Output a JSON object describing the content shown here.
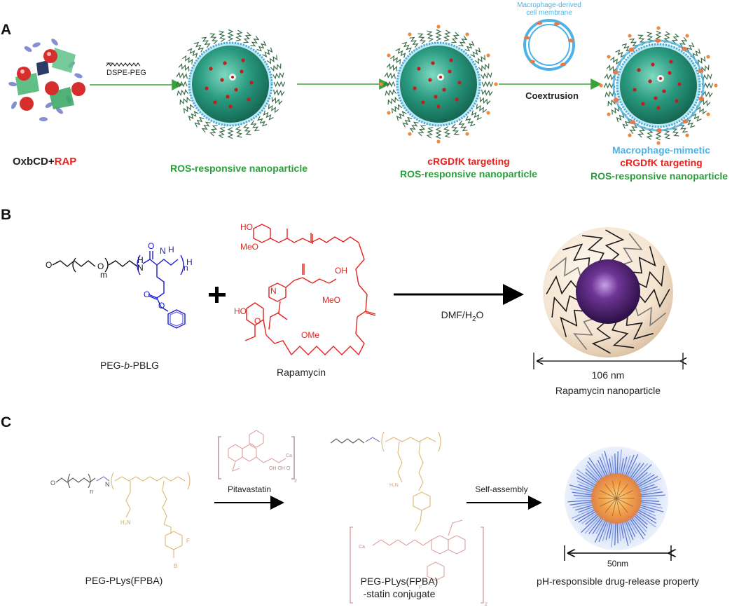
{
  "panels": {
    "a": "A",
    "b": "B",
    "c": "C"
  },
  "panel_a": {
    "start_label_black": "OxbCD+",
    "start_label_red": "RAP",
    "reagent_1": "DSPE-PEG",
    "np1_label": "ROS-responsive nanoparticle",
    "np2_label_red": "cRGDfK targeting",
    "np2_label_green": "ROS-responsive nanoparticle",
    "membrane_label_line1": "Macrophage-derived",
    "membrane_label_line2": "cell membrane",
    "step_3": "Coextrusion",
    "np3_label_blue": "Macrophage-mimetic",
    "np3_label_red": "cRGDfK targeting",
    "np3_label_green": "ROS-responsive nanoparticle"
  },
  "panel_b": {
    "polymer_label_pre": "PEG-",
    "polymer_label_italic": "b",
    "polymer_label_post": "-PBLG",
    "drug_label": "Rapamycin",
    "solvent_pre": "DMF/H",
    "solvent_sub": "2",
    "solvent_post": "O",
    "size": "106 nm",
    "product_label": "Rapamycin nanoparticle"
  },
  "panel_c": {
    "polymer_label": "PEG-PLys(FPBA)",
    "reagent": "Pitavastatin",
    "conjugate_line1": "PEG-PLys(FPBA)",
    "conjugate_line2": "-statin conjugate",
    "step": "Self-assembly",
    "size": "50nm",
    "product_label": "pH-responsible drug-release property"
  },
  "colors": {
    "green": "#2a9e3a",
    "red": "#e4231f",
    "blue": "#4db3e6",
    "purple": "#5a2a82",
    "core_teal": "#1f8a74"
  }
}
